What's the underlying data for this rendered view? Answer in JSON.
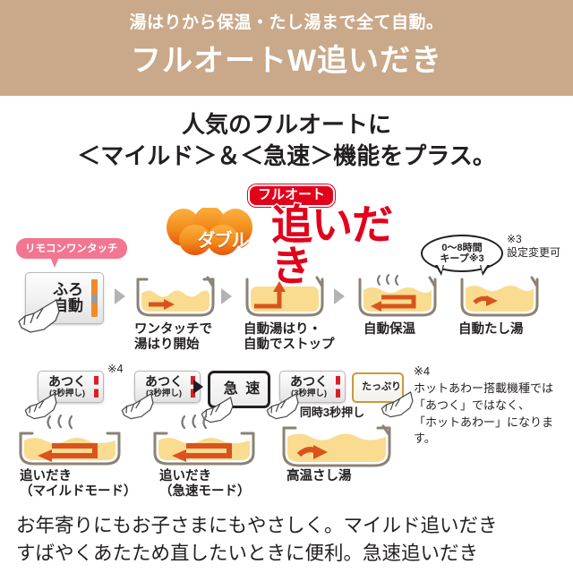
{
  "header": {
    "subtitle": "湯はりから保温・たし湯まで全て自動。",
    "title": "フルオートW追いだき",
    "bg_color": "#c9a98a"
  },
  "lead": {
    "line1": "人気のフルオートに",
    "line2": "＜マイルド＞＆＜急速＞機能をプラス。"
  },
  "logo": {
    "badge": "フルオート",
    "w_label": "ダブル",
    "main": "追いだき",
    "badge_color": "#e3001b",
    "w_color": "#f08a2a",
    "main_color": "#e3001b"
  },
  "keep_bubble": {
    "line1": "0〜8時間",
    "line2": "キープ※3"
  },
  "note3": {
    "mark": "※3",
    "text": "設定変更可"
  },
  "remote_badge": {
    "label": "リモコンワンタッチ",
    "color": "#f2768f"
  },
  "flow": {
    "start_key": {
      "line1": "ふろ",
      "line2": "自動"
    },
    "steps": [
      {
        "caption_line1": "ワンタッチで",
        "caption_line2": "湯はり開始",
        "tub": "wave-right"
      },
      {
        "caption_line1": "自動湯はり・",
        "caption_line2": "自動でストップ",
        "tub": "fill-up"
      },
      {
        "caption_line1": "自動保温",
        "caption_line2": "",
        "tub": "reheat-left"
      },
      {
        "caption_line1": "自動たし湯",
        "caption_line2": "",
        "tub": "wave-right"
      }
    ]
  },
  "modes": [
    {
      "key_line1": "あつく",
      "key_line2": "(3秒押し)",
      "caption_line1": "追いだき",
      "caption_line2": "（マイルドモード）",
      "note_mark": "※4"
    },
    {
      "key_line1": "あつく",
      "key_line2": "(3秒押し)",
      "second_key": "急 速",
      "caption_line1": "追いだき",
      "caption_line2": "（急速モード）"
    },
    {
      "key_line1": "あつく",
      "key_line2": "(3秒押し)",
      "second_key": "たっぷり",
      "simultaneous": "同時3秒押し",
      "caption_line1": "高温さし湯",
      "caption_line2": ""
    }
  ],
  "note4": {
    "mark": "※4",
    "line1": "ホットあわー搭載機種では",
    "line2": "「あつく」ではなく、",
    "line3": "「ホットあわー」になります。"
  },
  "footer": {
    "line1": "お年寄りにもお子さまにもやさしく。マイルド追いだき",
    "line2": "すばやくあたため直したいときに便利。急速追いだき"
  },
  "colors": {
    "water": "#f9dc8f",
    "tub_outline": "#8b8275",
    "arrow": "#d9531e",
    "steam": "#777777"
  }
}
